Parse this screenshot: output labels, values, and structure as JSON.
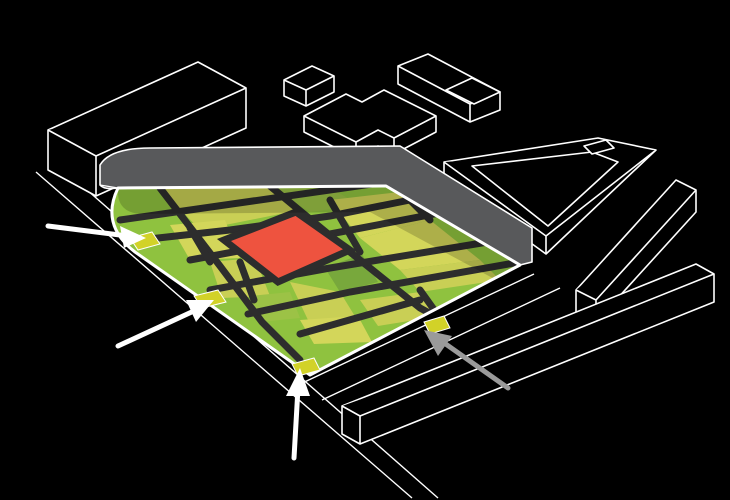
{
  "colors": {
    "background": "#000000",
    "outline": "#ffffff",
    "wall": "#58595b",
    "site_base": "#8fc23f",
    "plot_light": "#d3d65a",
    "plot_mid": "#c9cf55",
    "plot_green": "#9cc246",
    "plot_dark_green": "#78a83c",
    "focus_plot": "#ee533f",
    "divider": "#2d2d2d",
    "entry_marker": "#d2d228",
    "arrow_primary": "#ffffff",
    "arrow_secondary": "#9a9a9a"
  },
  "arrows": [
    {
      "name": "entry-arrow-west",
      "color": "primary"
    },
    {
      "name": "entry-arrow-southwest",
      "color": "primary"
    },
    {
      "name": "entry-arrow-south",
      "color": "primary"
    },
    {
      "name": "entry-arrow-southeast",
      "color": "secondary"
    }
  ]
}
